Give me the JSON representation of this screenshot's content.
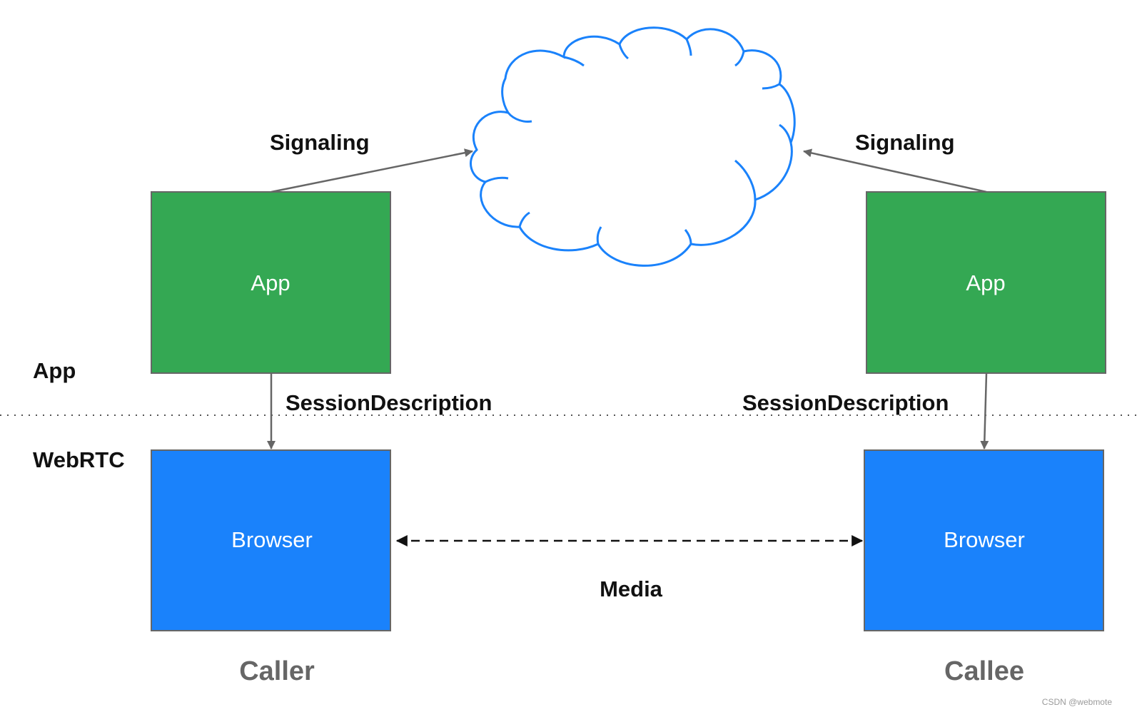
{
  "labels": {
    "signaling_left": "Signaling",
    "signaling_right": "Signaling",
    "session_left": "SessionDescription",
    "session_right": "SessionDescription",
    "layer_app": "App",
    "layer_webrtc": "WebRTC",
    "media": "Media"
  },
  "caller": {
    "app_label": "App",
    "browser_label": "Browser",
    "role": "Caller"
  },
  "callee": {
    "app_label": "App",
    "browser_label": "Browser",
    "role": "Callee"
  },
  "watermark": "CSDN @webmote",
  "colors": {
    "app_fill": "#34a853",
    "browser_fill": "#1a82fb",
    "cloud_stroke": "#1a82fb",
    "arrow": "#666666",
    "box_border": "#666666"
  }
}
